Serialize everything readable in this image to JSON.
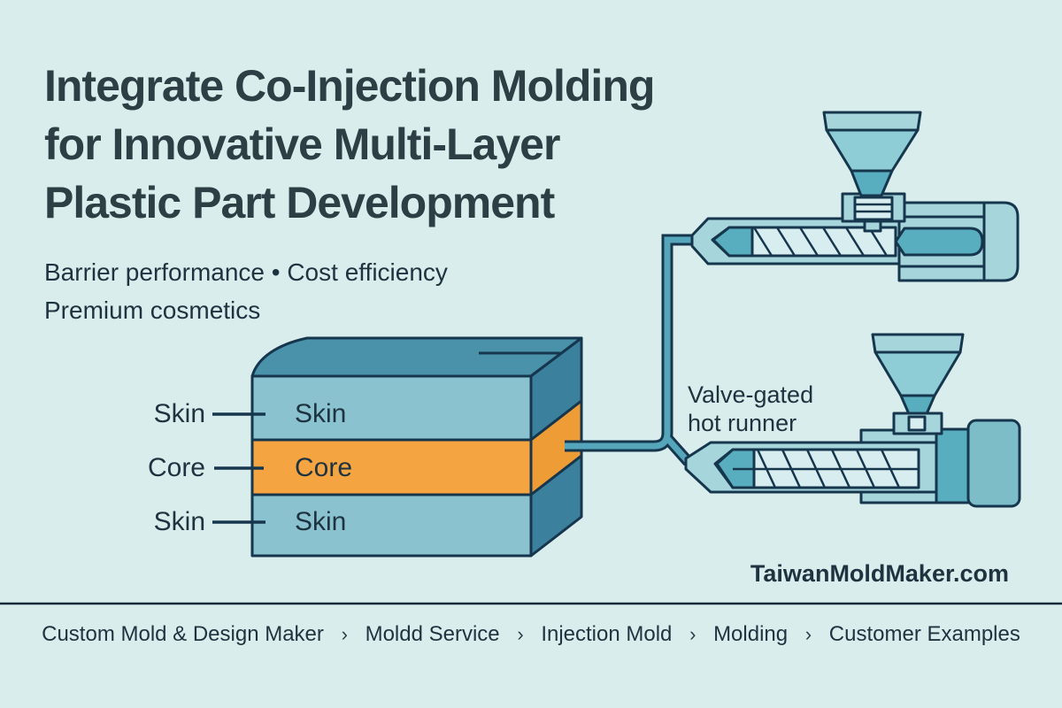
{
  "theme": {
    "background": "#d9eeec",
    "title_ink": "#2d3e44",
    "ink": "#1e3340",
    "outline": "#16364e",
    "skin_front": "#8ac3cf",
    "core_front": "#f4a440",
    "top_face": "#4992aa",
    "side_skin": "#3b809c",
    "side_core": "#ee9c35",
    "machine_light": "#a6d6db",
    "machine_mid": "#58aebf",
    "machine_mid2": "#7cbdc8",
    "machine_pale": "#d8edef",
    "hopper_upper": "#8ecdd6",
    "pipe": "#55a6ba",
    "rule": "#13293a"
  },
  "title": {
    "lines": [
      "Integrate Co-Injection Molding",
      "for Innovative Multi-Layer",
      "Plastic Part Development"
    ]
  },
  "subtitle": {
    "lines": [
      "Barrier performance • Cost efficiency",
      "Premium cosmetics"
    ]
  },
  "diagram": {
    "block": {
      "outside_labels": [
        "Skin",
        "Core",
        "Skin"
      ],
      "inside_labels": [
        "Skin",
        "Core",
        "Skin"
      ]
    },
    "machine_label": {
      "lines": [
        "Valve-gated",
        "hot runner"
      ]
    }
  },
  "watermark": {
    "text": "TaiwanMoldMaker.com"
  },
  "breadcrumb": {
    "separator": "›",
    "items": [
      "Custom Mold & Design Maker",
      "Moldd Service",
      "Injection Mold",
      "Molding",
      "Customer Examples"
    ]
  }
}
